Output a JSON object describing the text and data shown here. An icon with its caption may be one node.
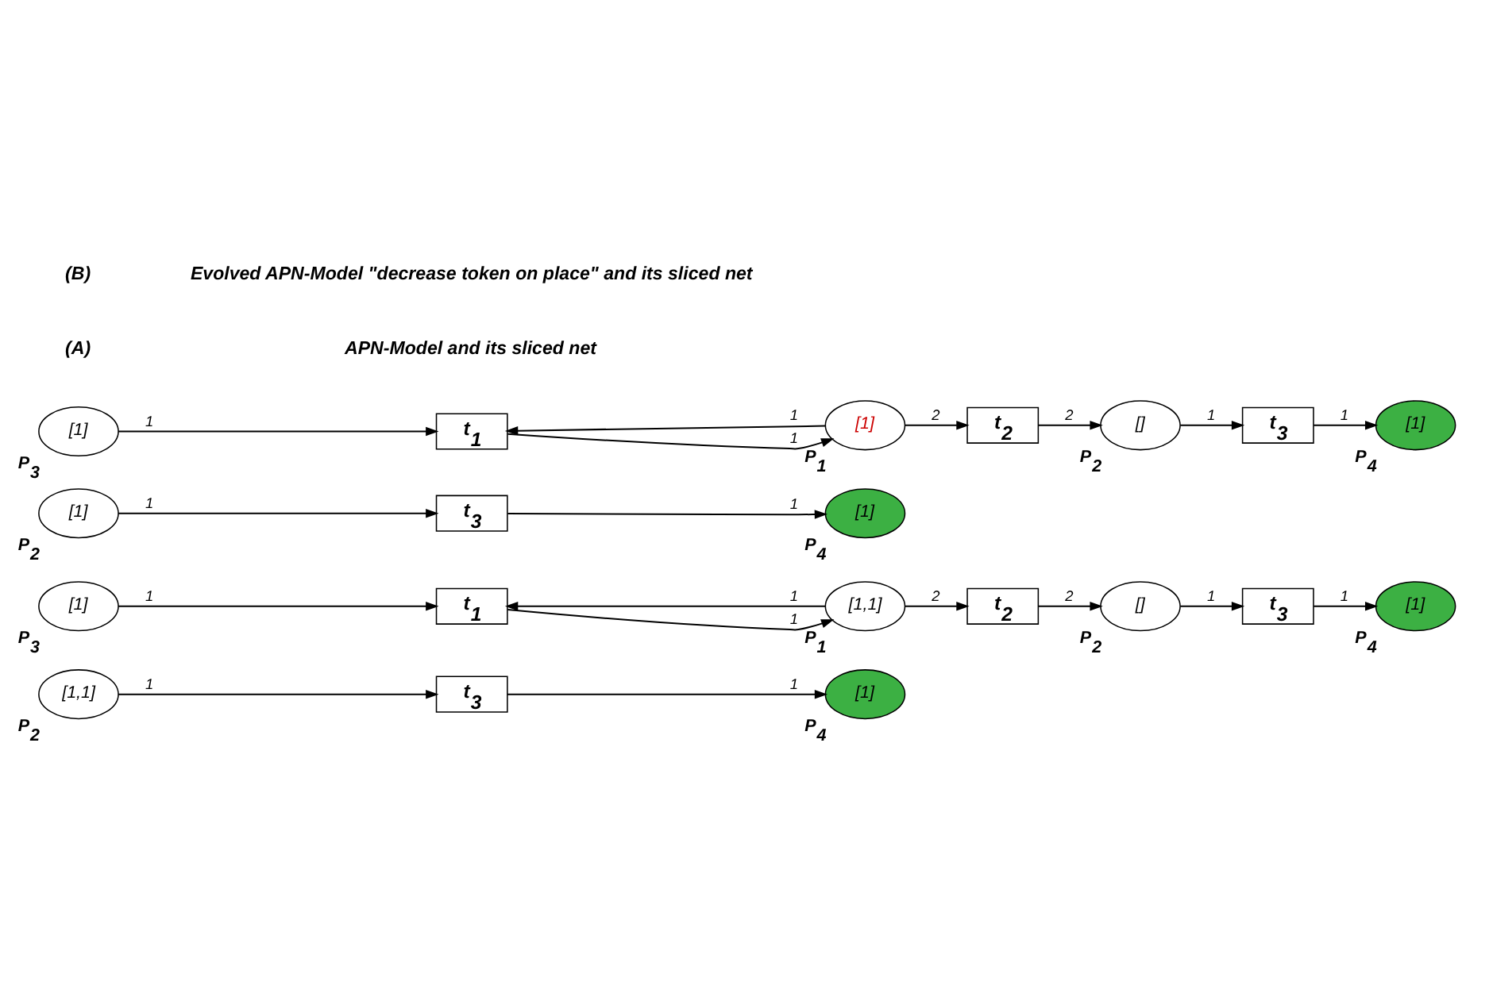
{
  "diagram": {
    "nodes": [
      {
        "text": [
          "[1]"
        ],
        "beside": [
          "P$_{3}$"
        ]
      },
      {
        "text": [
          "t$_{1}$"
        ]
      },
      {
        "text": [
          "[1,1]"
        ],
        "beside": [
          "P$_{1}$"
        ]
      },
      {
        "text": [
          "t$_{2}$"
        ]
      },
      {
        "text": [
          "[]"
        ],
        "beside": [
          "P$_{2}$"
        ]
      },
      {
        "text": [
          "t$_{3}$"
        ]
      },
      {
        "text": [
          "[1]"
        ],
        "beside": [
          "P$_{4}$"
        ]
      },
      {
        "text": [
          "[1,1]"
        ],
        "beside": [
          "P$_{2}$"
        ]
      },
      {
        "text": [
          "t$_{3}$"
        ]
      },
      {
        "text": [
          "[1]"
        ],
        "beside": [
          "P$_{4}$"
        ]
      },
      {
        "text": [
          "[1]"
        ],
        "beside": [
          "P$_{3}$"
        ]
      },
      {
        "text": [
          "t$_{1}$"
        ]
      },
      {
        "text": [
          "[1]"
        ],
        "beside": [
          "P$_{1}$"
        ]
      },
      {
        "text": [
          "t$_{2}$"
        ]
      },
      {
        "text": [
          "[]"
        ],
        "beside": [
          "P$_{2}$"
        ]
      },
      {
        "text": [
          "t$_{3}$"
        ]
      },
      {
        "text": [
          "[1]"
        ],
        "beside": [
          "P$_{4}$"
        ]
      },
      {
        "text": [
          "[1]"
        ],
        "beside": [
          "P$_{2}$"
        ]
      },
      {
        "text": [
          "t$_{3}$"
        ]
      },
      {
        "text": [
          "[1]"
        ],
        "beside": [
          "P$_{4}$"
        ]
      }
    ],
    "edges": [
      {
        "from": 0,
        "to": 1,
        "arrow": "to",
        "label": "1"
      },
      {
        "from": 2,
        "to": 1,
        "arrow": "to",
        "label": "1"
      },
      {
        "from": 1,
        "to": 2,
        "arrow": "to",
        "label": "1"
      },
      {
        "from": 2,
        "to": 3,
        "arrow": "to",
        "label": "2"
      },
      {
        "from": 3,
        "to": 4,
        "arrow": "to",
        "label": "2"
      },
      {
        "from": 4,
        "to": 5,
        "arrow": "to",
        "label": "1"
      },
      {
        "from": 5,
        "to": 6,
        "arrow": "to",
        "label": "1"
      },
      {
        "from": 7,
        "to": 8,
        "arrow": "to",
        "label": "1"
      },
      {
        "from": 8,
        "to": 9,
        "arrow": "to",
        "label": "1"
      },
      {
        "from": 10,
        "to": 11,
        "arrow": "to",
        "label": "1"
      },
      {
        "from": 12,
        "to": 11,
        "arrow": "to",
        "label": "1"
      },
      {
        "from": 11,
        "to": 12,
        "arrow": "to",
        "label": "1"
      },
      {
        "from": 12,
        "to": 13,
        "arrow": "to",
        "label": "2"
      },
      {
        "from": 13,
        "to": 14,
        "arrow": "to",
        "label": "2"
      },
      {
        "from": 14,
        "to": 15,
        "arrow": "to",
        "label": "1"
      },
      {
        "from": 15,
        "to": 16,
        "arrow": "to",
        "label": "1"
      },
      {
        "from": 17,
        "to": 18,
        "arrow": "to",
        "label": "1"
      },
      {
        "from": 18,
        "to": 19,
        "arrow": "to",
        "label": "1"
      }
    ],
    "labels": [
      "(A)",
      "APN-Model and its sliced net",
      "(B)",
      "Evolved APN-Model \"decrease token on place\" and its sliced net"
    ]
  }
}
